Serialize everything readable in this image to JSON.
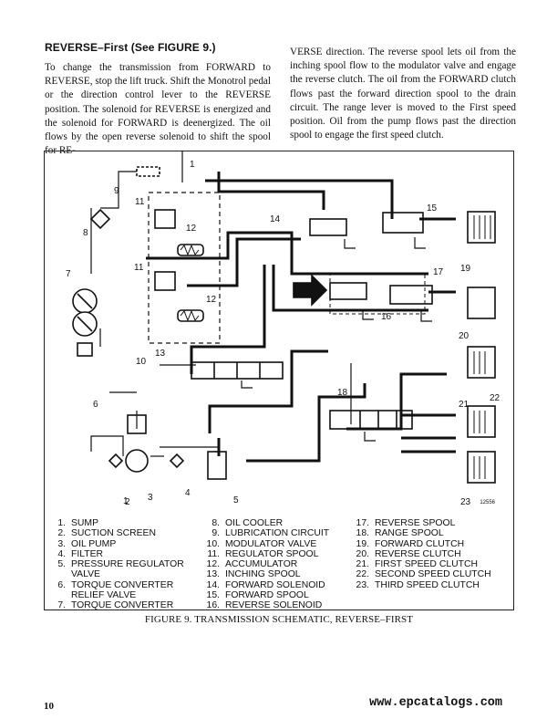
{
  "section": {
    "heading": "REVERSE–First (See FIGURE 9.)",
    "left_paragraph": "To change the transmission from FORWARD to REVERSE, stop the lift truck. Shift the Monotrol pedal or the direction control lever to the REVERSE position. The solenoid for REVERSE is energized and the solenoid for FORWARD is deenergized. The oil flows by the open reverse solenoid to shift the spool for RE-",
    "right_paragraph": "VERSE direction. The reverse spool lets oil from the inching spool flow to the modulator valve and engage the reverse clutch. The oil from the FORWARD clutch flows past the forward direction spool to the drain circuit. The range lever is moved to the First speed position. Oil from the pump flows past the direction spool to engage the first speed clutch."
  },
  "figure": {
    "number_code": "12556",
    "caption": "FIGURE 9. TRANSMISSION SCHEMATIC, REVERSE–FIRST",
    "callouts": [
      "1",
      "2",
      "3",
      "4",
      "5",
      "6",
      "7",
      "8",
      "9",
      "10",
      "11",
      "11",
      "12",
      "12",
      "13",
      "14",
      "15",
      "16",
      "17",
      "18",
      "19",
      "20",
      "21",
      "22",
      "23"
    ],
    "legend": [
      [
        {
          "num": "1.",
          "text": "SUMP"
        },
        {
          "num": "2.",
          "text": "SUCTION SCREEN"
        },
        {
          "num": "3.",
          "text": "OIL PUMP"
        },
        {
          "num": "4.",
          "text": "FILTER"
        },
        {
          "num": "5.",
          "text": "PRESSURE REGULATOR",
          "cont": "VALVE"
        },
        {
          "num": "6.",
          "text": "TORQUE CONVERTER",
          "cont": "RELIEF VALVE"
        },
        {
          "num": "7.",
          "text": "TORQUE CONVERTER"
        }
      ],
      [
        {
          "num": "8.",
          "text": "OIL COOLER"
        },
        {
          "num": "9.",
          "text": "LUBRICATION CIRCUIT"
        },
        {
          "num": "10.",
          "text": "MODULATOR VALVE"
        },
        {
          "num": "11.",
          "text": "REGULATOR SPOOL"
        },
        {
          "num": "12.",
          "text": "ACCUMULATOR"
        },
        {
          "num": "13.",
          "text": "INCHING SPOOL"
        },
        {
          "num": "14.",
          "text": "FORWARD SOLENOID"
        },
        {
          "num": "15.",
          "text": "FORWARD SPOOL"
        },
        {
          "num": "16.",
          "text": "REVERSE SOLENOID"
        }
      ],
      [
        {
          "num": "17.",
          "text": "REVERSE SPOOL"
        },
        {
          "num": "18.",
          "text": "RANGE SPOOL"
        },
        {
          "num": "19.",
          "text": "FORWARD CLUTCH"
        },
        {
          "num": "20.",
          "text": "REVERSE CLUTCH"
        },
        {
          "num": "21.",
          "text": "FIRST SPEED CLUTCH"
        },
        {
          "num": "22.",
          "text": "SECOND SPEED CLUTCH"
        },
        {
          "num": "23.",
          "text": "THIRD SPEED CLUTCH"
        }
      ]
    ]
  },
  "footer": {
    "page_number": "10",
    "watermark": "www.epcatalogs.com"
  }
}
